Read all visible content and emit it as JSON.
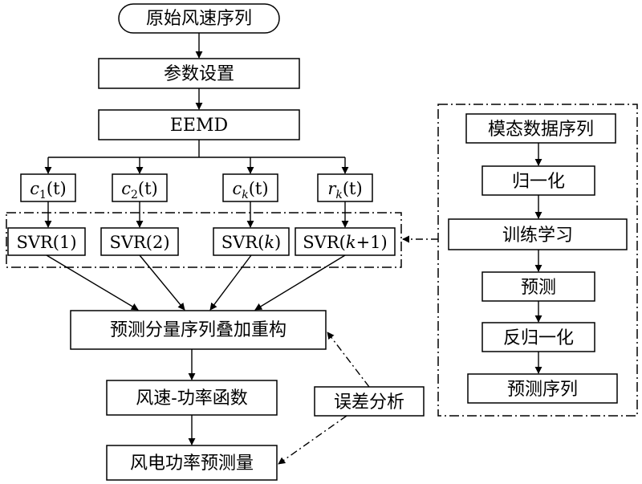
{
  "nodes": {
    "start": "原始风速序列",
    "params": "参数设置",
    "eemd": "EEMD",
    "c1": {
      "base": "c",
      "sub": "1",
      "arg": "(t)"
    },
    "c2": {
      "base": "c",
      "sub": "2",
      "arg": "(t)"
    },
    "ck": {
      "base": "c",
      "sub": "k",
      "arg": "(t)"
    },
    "rk": {
      "base": "r",
      "sub": "k",
      "arg": "(t)"
    },
    "svr1": "SVR(1)",
    "svr2": "SVR(2)",
    "svrk": {
      "prefix": "SVR(",
      "var": "k",
      "suffix": ")"
    },
    "svrk1": {
      "prefix": "SVR(",
      "var": "k",
      "suffix": "+1)"
    },
    "reconstruct": "预测分量序列叠加重构",
    "wind_power": "风速-功率函数",
    "output": "风电功率预测量",
    "error": "误差分析"
  },
  "side": {
    "modal_data": "模态数据序列",
    "normalize": "归一化",
    "train": "训练学习",
    "predict": "预测",
    "denormalize": "反归一化",
    "pred_seq": "预测序列"
  }
}
